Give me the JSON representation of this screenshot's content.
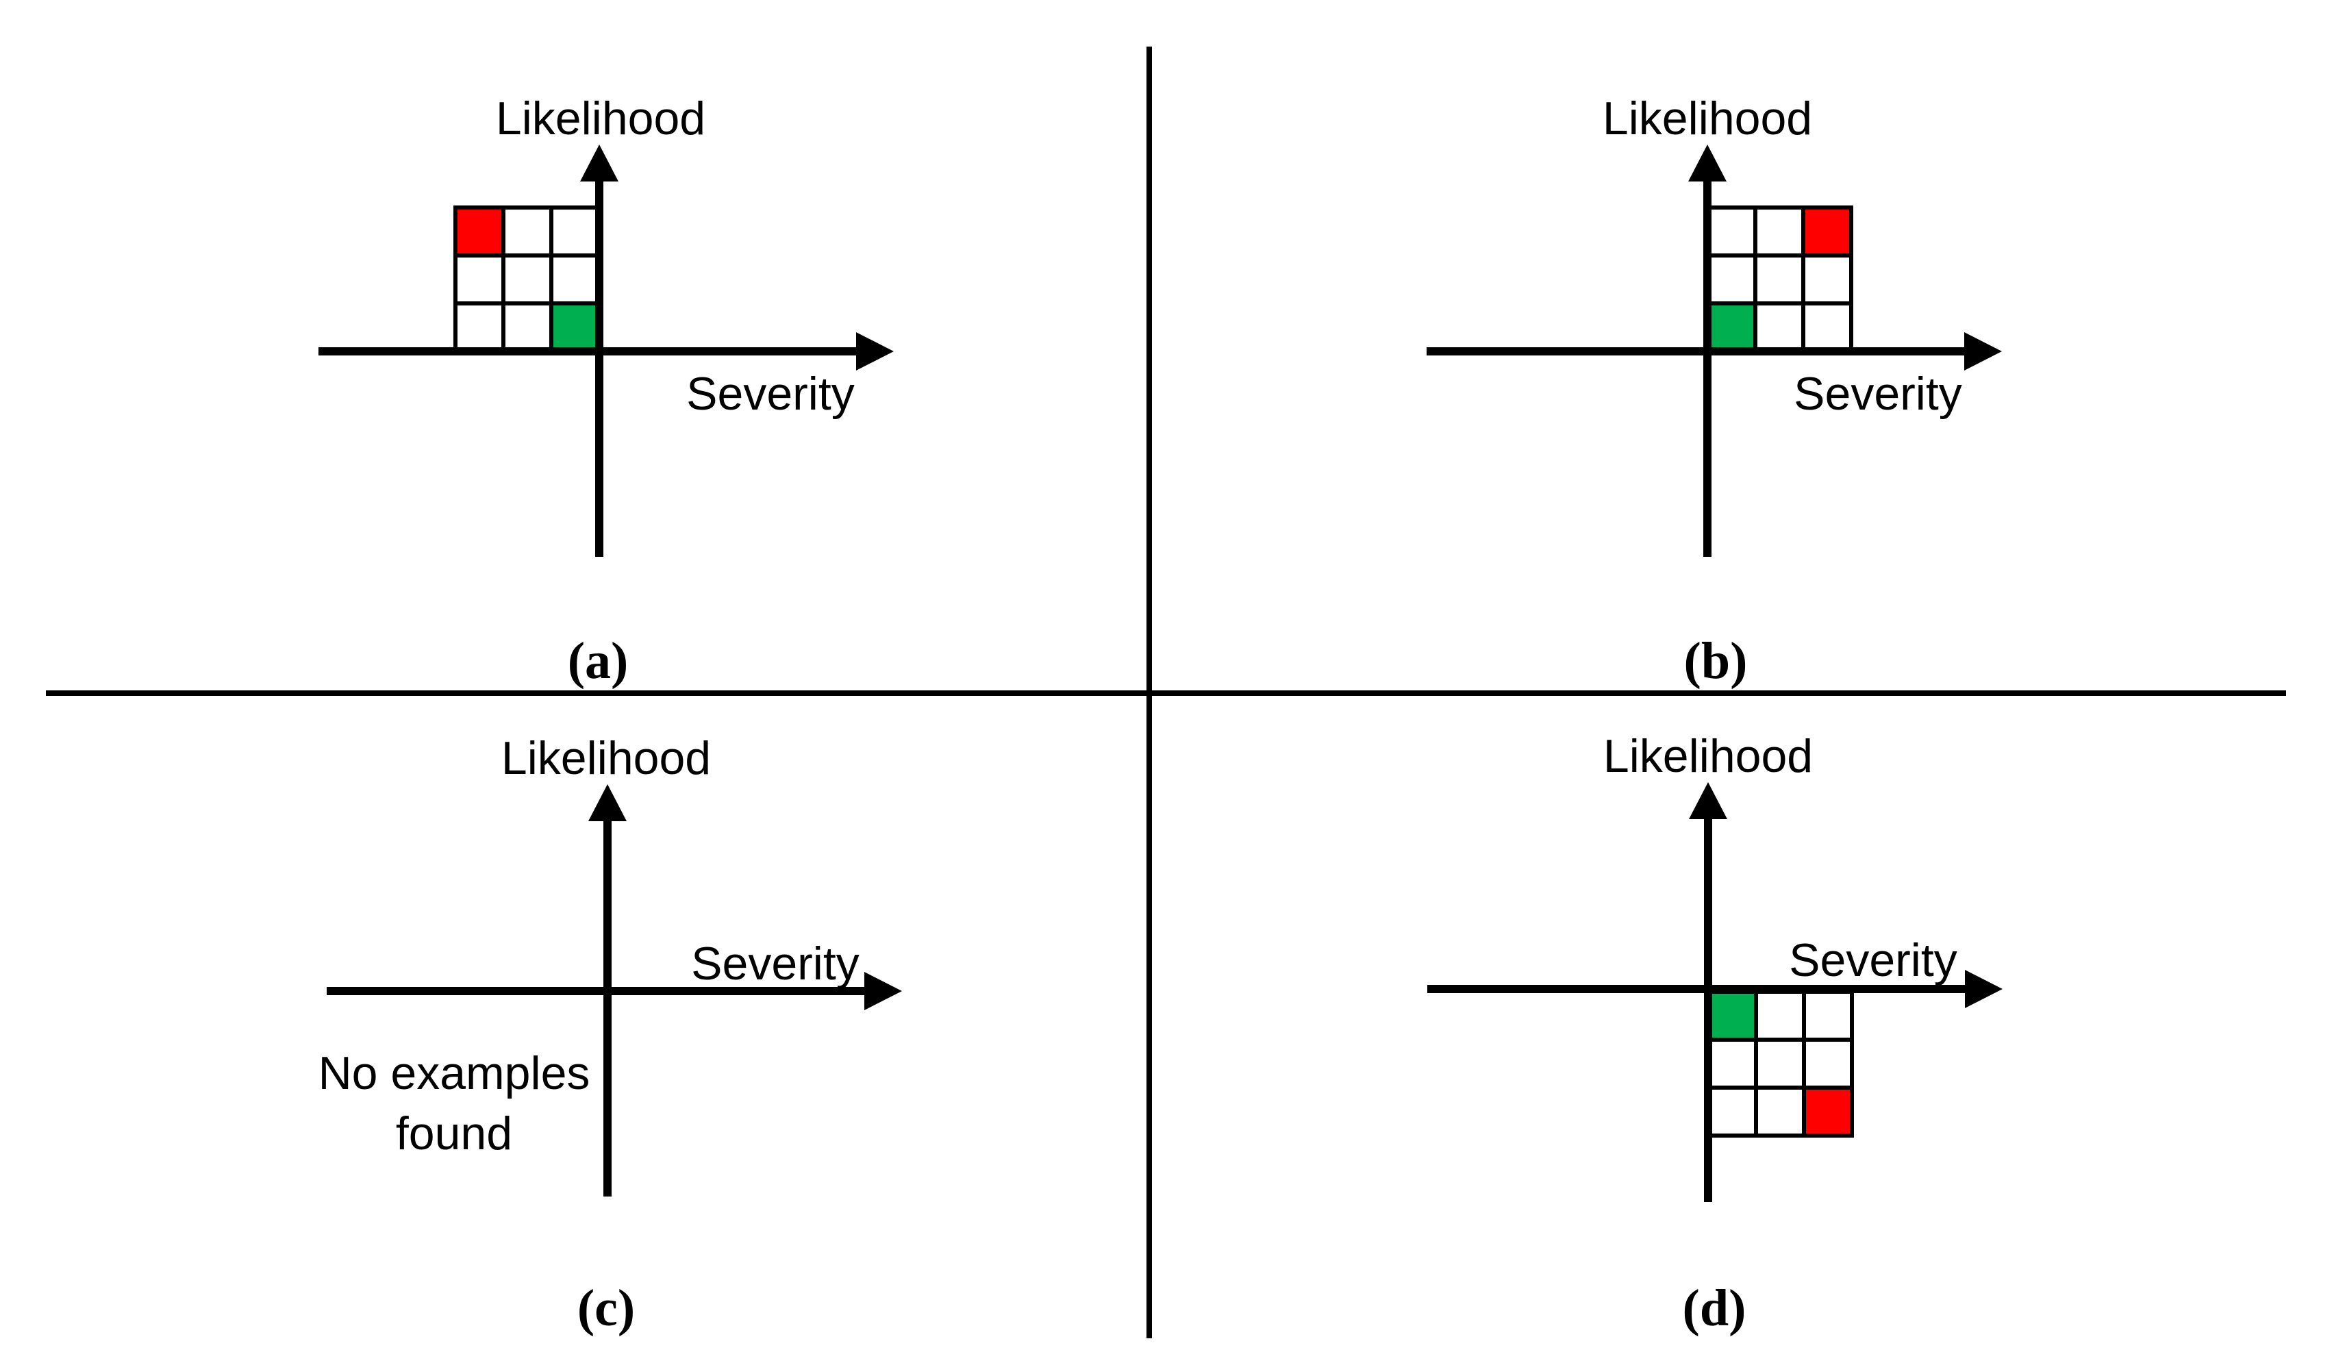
{
  "figure": {
    "type": "likelihood-severity-quadrant-figure",
    "background": "#ffffff",
    "colors": {
      "red": "#ff0000",
      "green": "#00b050",
      "line": "#000000"
    },
    "panels": [
      {
        "id": "a",
        "caption": "(a)",
        "y_axis_label": "Likelihood",
        "x_axis_label": "Severity",
        "grid": {
          "rows": 3,
          "cols": 3,
          "quadrant": "upper-left",
          "red_cell": "top-left",
          "green_cell": "bottom-right"
        }
      },
      {
        "id": "b",
        "caption": "(b)",
        "y_axis_label": "Likelihood",
        "x_axis_label": "Severity",
        "grid": {
          "rows": 3,
          "cols": 3,
          "quadrant": "upper-right",
          "red_cell": "top-right",
          "green_cell": "bottom-left"
        }
      },
      {
        "id": "c",
        "caption": "(c)",
        "y_axis_label": "Likelihood",
        "x_axis_label": "Severity",
        "grid": null,
        "note_line1": "No examples",
        "note_line2": "found"
      },
      {
        "id": "d",
        "caption": "(d)",
        "y_axis_label": "Likelihood",
        "x_axis_label": "Severity",
        "grid": {
          "rows": 3,
          "cols": 3,
          "quadrant": "lower-right",
          "green_cell": "top-left",
          "red_cell": "bottom-right"
        }
      }
    ]
  }
}
